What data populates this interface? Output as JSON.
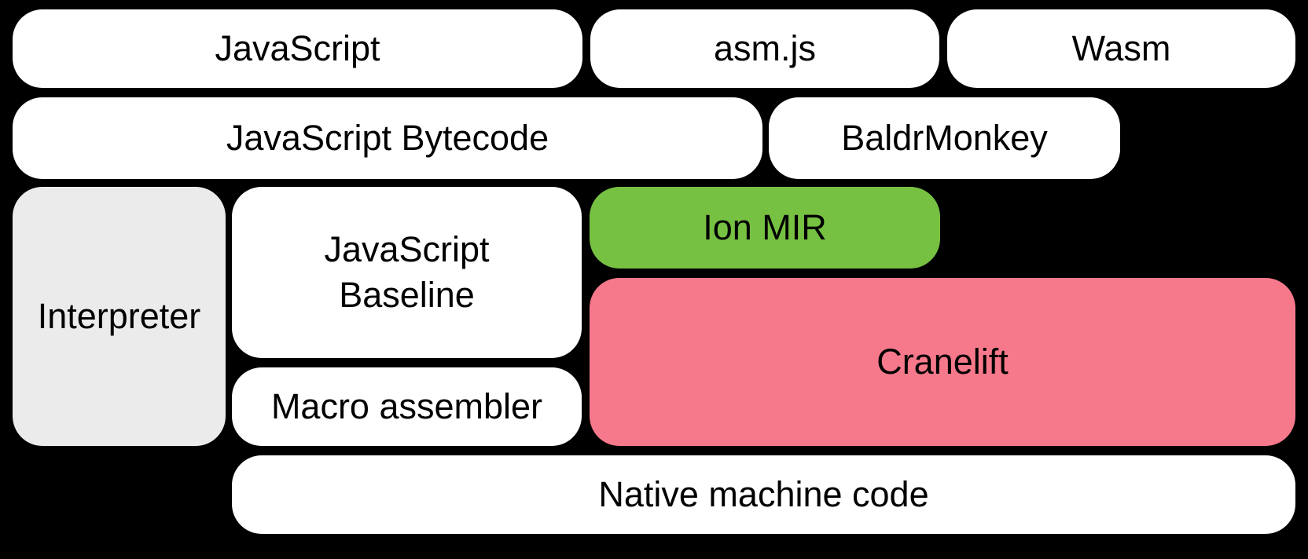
{
  "background": "#000000",
  "colors": {
    "box_white": "#ffffff",
    "box_gray": "#ebebeb",
    "box_green": "#77c142",
    "box_pink": "#f6798b",
    "text": "#000000"
  },
  "boxes": {
    "javascript": {
      "label": "JavaScript",
      "fill": "#ffffff"
    },
    "asmjs": {
      "label": "asm.js",
      "fill": "#ffffff"
    },
    "wasm": {
      "label": "Wasm",
      "fill": "#ffffff"
    },
    "js_bytecode": {
      "label": "JavaScript Bytecode",
      "fill": "#ffffff"
    },
    "baldrmonkey": {
      "label": "BaldrMonkey",
      "fill": "#ffffff"
    },
    "interpreter": {
      "label": "Interpreter",
      "fill": "#ebebeb"
    },
    "js_baseline": {
      "label": "JavaScript\nBaseline",
      "fill": "#ffffff"
    },
    "ion_mir": {
      "label": "Ion MIR",
      "fill": "#77c142"
    },
    "cranelift": {
      "label": "Cranelift",
      "fill": "#f6798b"
    },
    "macro_assembler": {
      "label": "Macro assembler",
      "fill": "#ffffff"
    },
    "native_machine_code": {
      "label": "Native machine code",
      "fill": "#ffffff"
    }
  }
}
